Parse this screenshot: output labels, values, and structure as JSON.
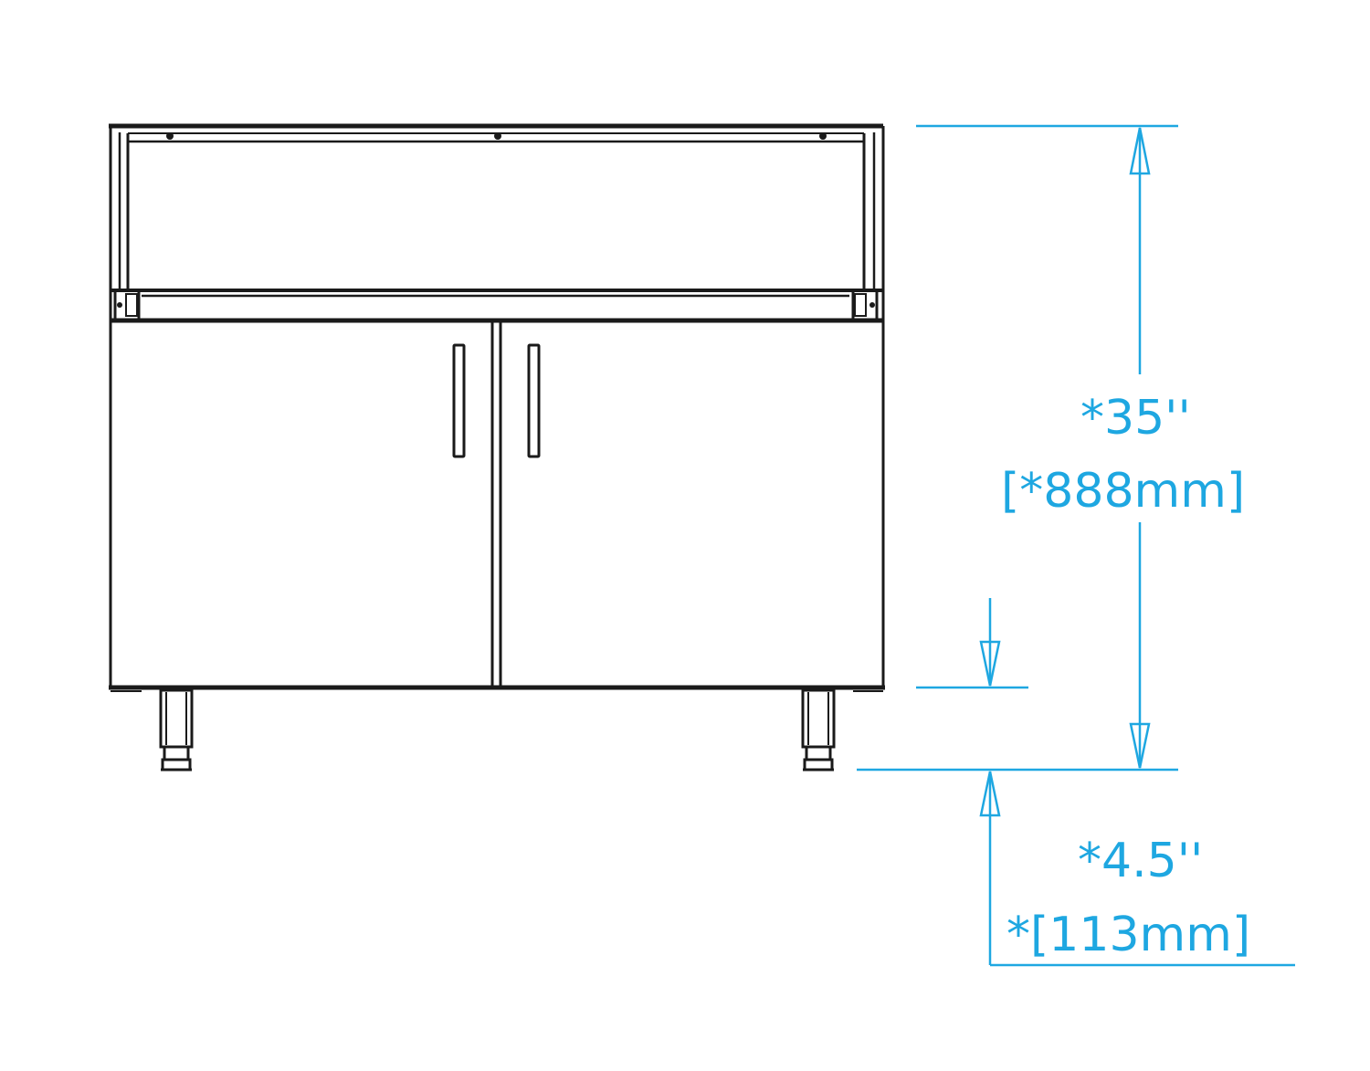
{
  "colors": {
    "outline": "#1a1a1a",
    "dimension": "#1ea7e1",
    "background": "#ffffff"
  },
  "dimensions": {
    "overall_height": {
      "imperial": "*35''",
      "metric": "[*888mm]"
    },
    "leg_height": {
      "imperial": "*4.5''",
      "metric": "*[113mm]"
    }
  }
}
